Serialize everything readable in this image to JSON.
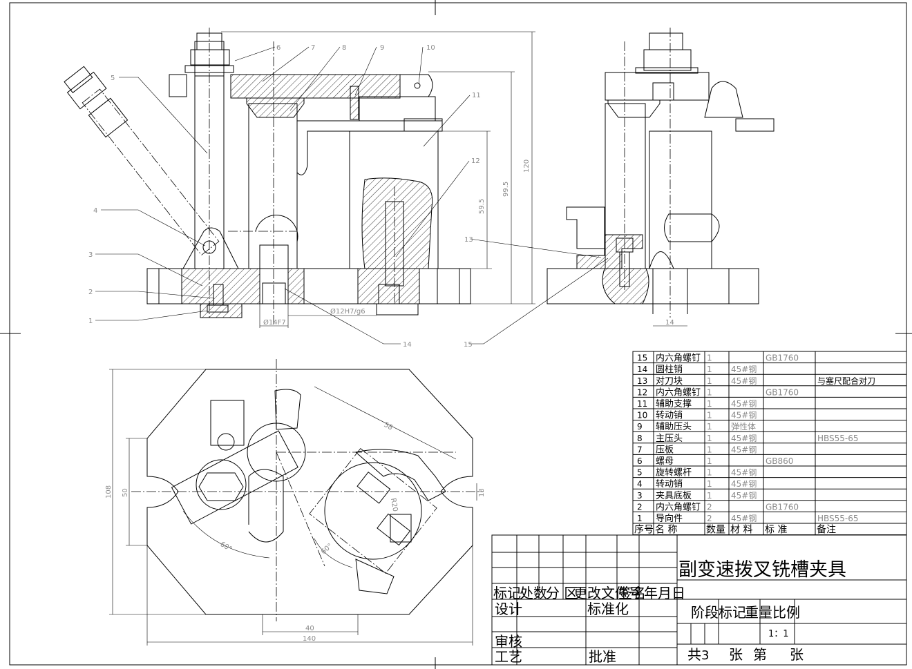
{
  "callouts": [
    "1",
    "2",
    "3",
    "4",
    "5",
    "6",
    "7",
    "8",
    "9",
    "10",
    "11",
    "12",
    "13",
    "14",
    "15"
  ],
  "dims": {
    "h120": "120",
    "h99": "99.5",
    "h59": "59.5",
    "fit12": "Ø12H7/g6",
    "fit14": "Ø14F7",
    "w14": "14",
    "d108": "108",
    "d50": "50",
    "d58": "58",
    "d18": "18",
    "d60a": "60°",
    "d60b": "60°",
    "d20": "R20",
    "d40": "40",
    "d140": "140"
  },
  "bom": {
    "rows": [
      {
        "no": "15",
        "name": "内六角螺钉",
        "qty": "1",
        "mat": "",
        "std": "GB1760",
        "note": ""
      },
      {
        "no": "14",
        "name": "圆柱销",
        "qty": "1",
        "mat": "45#钢",
        "std": "",
        "note": ""
      },
      {
        "no": "13",
        "name": "对刀块",
        "qty": "1",
        "mat": "45#钢",
        "std": "",
        "note": "与塞尺配合对刀"
      },
      {
        "no": "12",
        "name": "内六角螺钉",
        "qty": "1",
        "mat": "",
        "std": "GB1760",
        "note": ""
      },
      {
        "no": "11",
        "name": "辅助支撑",
        "qty": "1",
        "mat": "45#钢",
        "std": "",
        "note": ""
      },
      {
        "no": "10",
        "name": "转动销",
        "qty": "1",
        "mat": "45#钢",
        "std": "",
        "note": ""
      },
      {
        "no": "9",
        "name": "辅助压头",
        "qty": "1",
        "mat": "弹性体",
        "std": "",
        "note": ""
      },
      {
        "no": "8",
        "name": "主压头",
        "qty": "1",
        "mat": "45#钢",
        "std": "",
        "note": "HBS55-65"
      },
      {
        "no": "7",
        "name": "压板",
        "qty": "1",
        "mat": "45#钢",
        "std": "",
        "note": ""
      },
      {
        "no": "6",
        "name": "螺母",
        "qty": "1",
        "mat": "",
        "std": "GB860",
        "note": ""
      },
      {
        "no": "5",
        "name": "旋转螺杆",
        "qty": "1",
        "mat": "45#钢",
        "std": "",
        "note": ""
      },
      {
        "no": "4",
        "name": "转动销",
        "qty": "1",
        "mat": "45#钢",
        "std": "",
        "note": ""
      },
      {
        "no": "3",
        "name": "夹具底板",
        "qty": "1",
        "mat": "45#钢",
        "std": "",
        "note": ""
      },
      {
        "no": "2",
        "name": "内六角螺钉",
        "qty": "2",
        "mat": "",
        "std": "GB1760",
        "note": ""
      },
      {
        "no": "1",
        "name": "导向件",
        "qty": "2",
        "mat": "45#钢",
        "std": "",
        "note": "HBS55-65"
      }
    ],
    "header": {
      "no": "序号",
      "name": "名 称",
      "qty": "数量",
      "mat": "材 料",
      "std": "标 准",
      "note": "备注"
    }
  },
  "title_block": {
    "title": "副变速拨叉铣槽夹具",
    "row_labels": [
      "标记",
      "处数",
      "分 区",
      "更改文件号",
      "签名",
      "年月日"
    ],
    "design": "设计",
    "standardize": "标准化",
    "review": "审核",
    "process": "工艺",
    "approve": "批准",
    "stage_labels": [
      "阶段标记",
      "重量",
      "比例"
    ],
    "scale": "1：1",
    "sheets": [
      "共",
      "3",
      "张",
      "第",
      "张"
    ]
  }
}
